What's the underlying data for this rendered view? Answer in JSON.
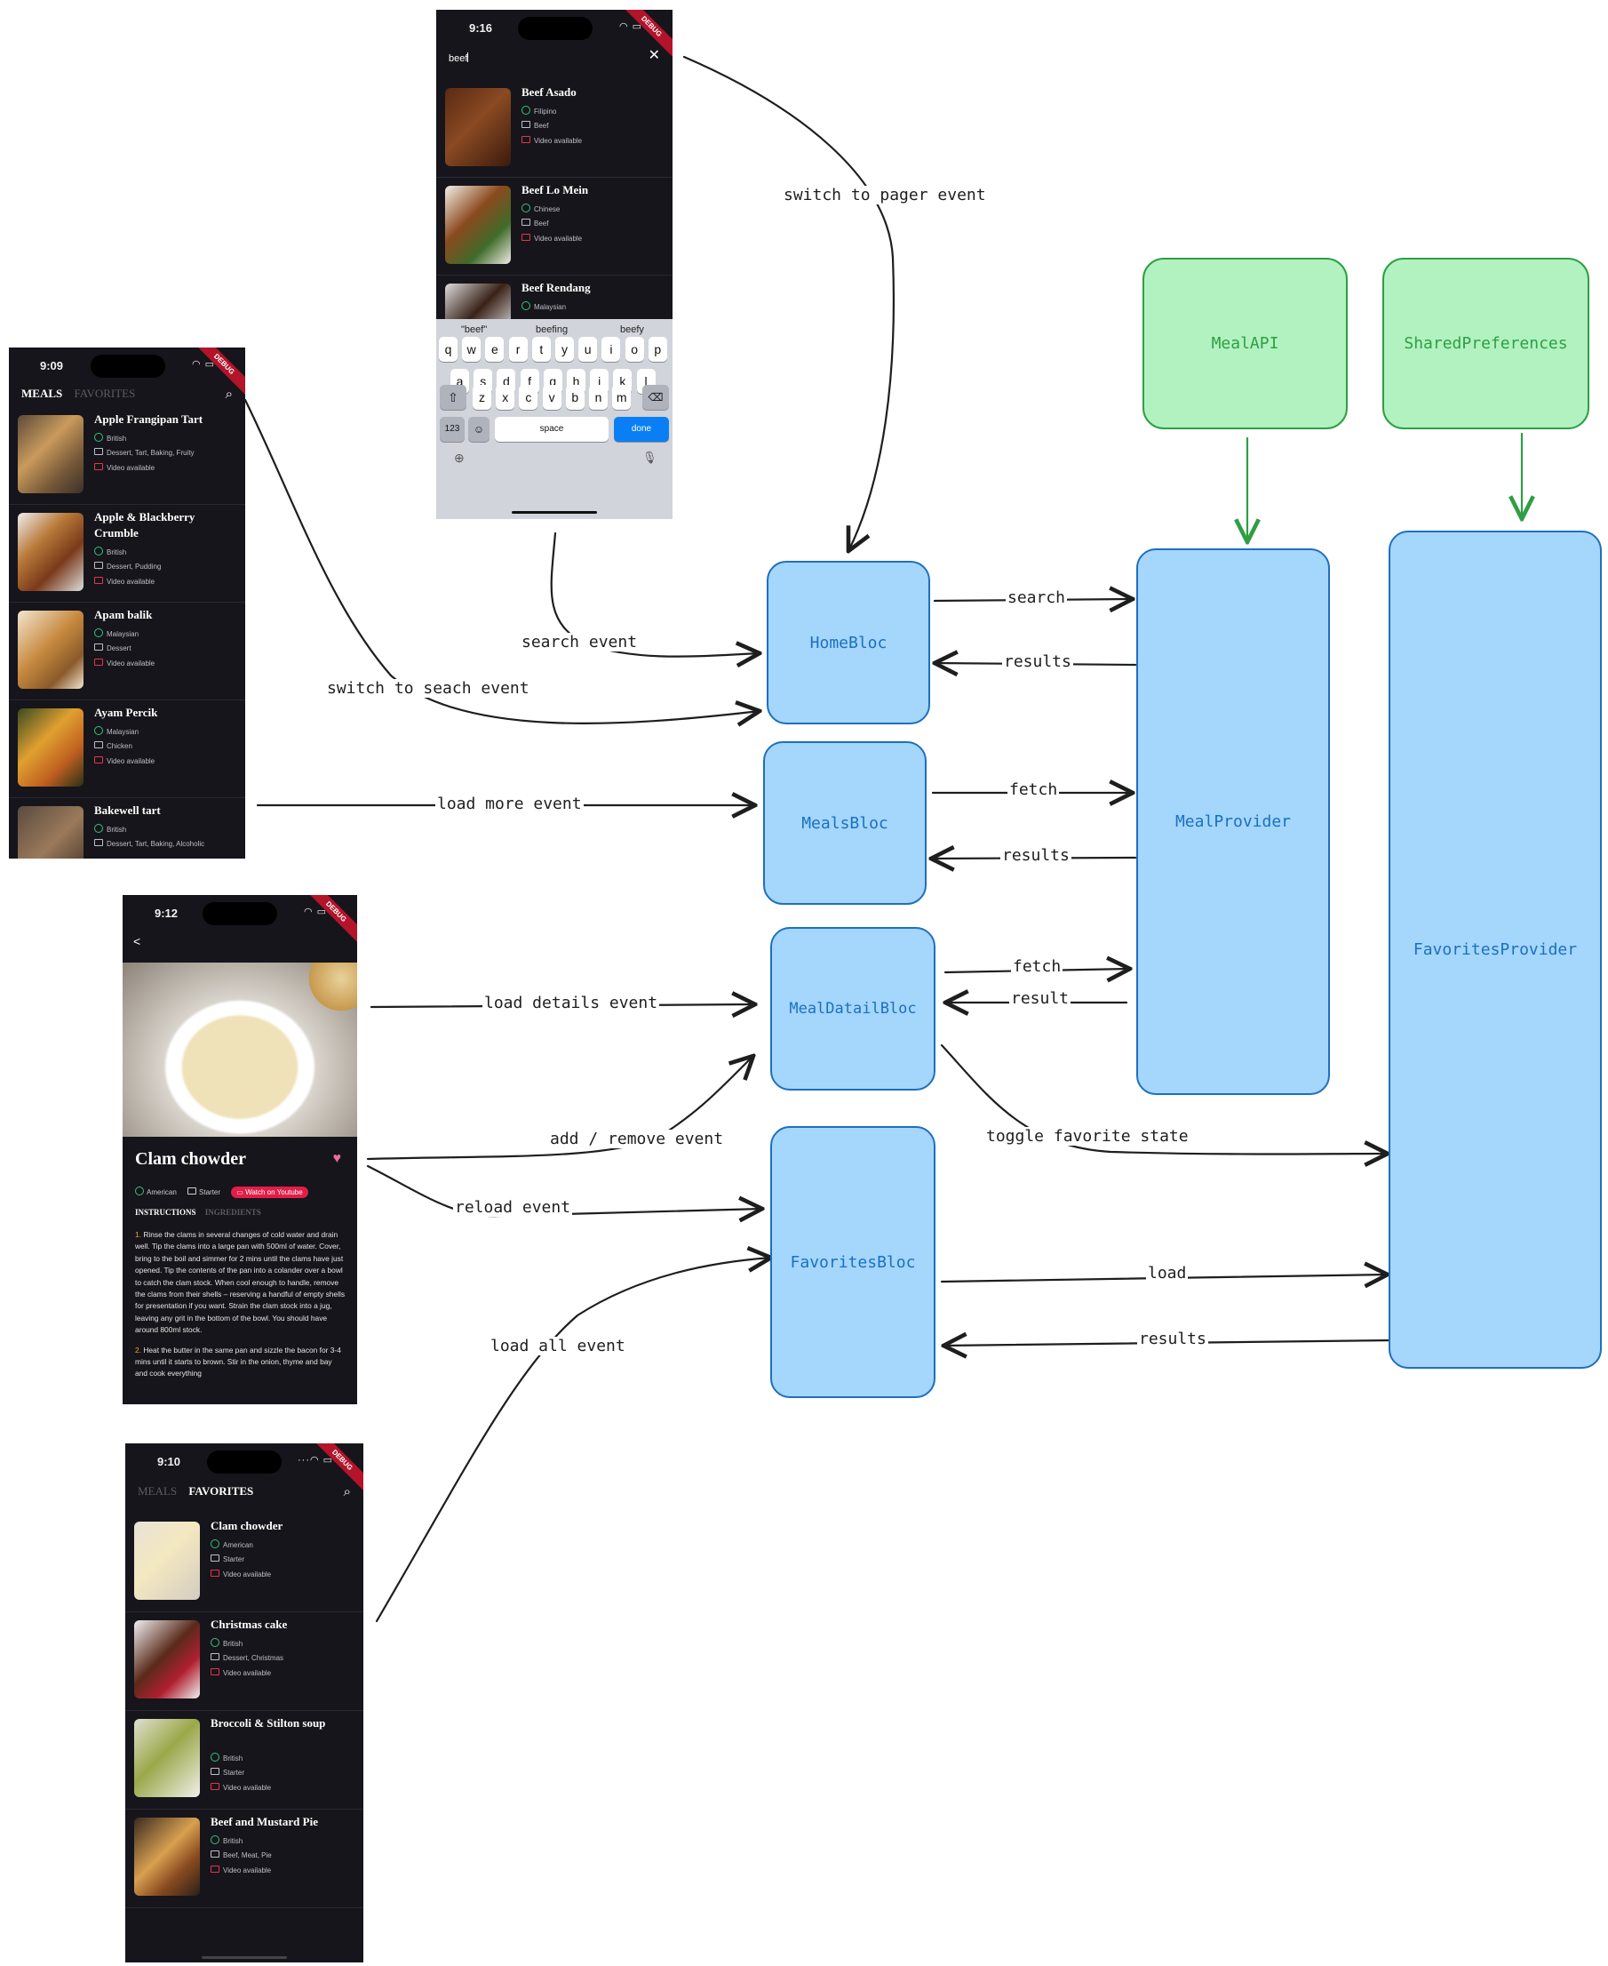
{
  "search_screen": {
    "time": "9:16",
    "query": "beef",
    "debug": "DEBUG",
    "results": [
      {
        "title": "Beef Asado",
        "area": "Filipino",
        "tags": "Beef",
        "video": "Video available"
      },
      {
        "title": "Beef Lo Mein",
        "area": "Chinese",
        "tags": "Beef",
        "video": "Video available"
      },
      {
        "title": "Beef Rendang",
        "area": "Malaysian",
        "tags": "",
        "video": ""
      }
    ],
    "suggestions": [
      "\"beef\"",
      "beefing",
      "beefy"
    ],
    "keyboard": {
      "row1": [
        "q",
        "w",
        "e",
        "r",
        "t",
        "y",
        "u",
        "i",
        "o",
        "p"
      ],
      "row2": [
        "a",
        "s",
        "d",
        "f",
        "g",
        "h",
        "j",
        "k",
        "l"
      ],
      "row3": [
        "z",
        "x",
        "c",
        "v",
        "b",
        "n",
        "m"
      ],
      "numbers": "123",
      "space": "space",
      "done": "done"
    }
  },
  "meals_screen": {
    "time": "9:09",
    "debug": "DEBUG",
    "tab_meals": "MEALS",
    "tab_favorites": "FAVORITES",
    "items": [
      {
        "title": "Apple Frangipan Tart",
        "area": "British",
        "tags": "Dessert, Tart, Baking, Fruity",
        "video": "Video available"
      },
      {
        "title": "Apple & Blackberry Crumble",
        "area": "British",
        "tags": "Dessert, Pudding",
        "video": "Video available"
      },
      {
        "title": "Apam balik",
        "area": "Malaysian",
        "tags": "Dessert",
        "video": "Video available"
      },
      {
        "title": "Ayam Percik",
        "area": "Malaysian",
        "tags": "Chicken",
        "video": "Video available"
      },
      {
        "title": "Bakewell tart",
        "area": "British",
        "tags": "Dessert, Tart, Baking, Alcoholic",
        "video": ""
      }
    ]
  },
  "detail_screen": {
    "time": "9:12",
    "debug": "DEBUG",
    "back": "<",
    "title": "Clam chowder",
    "area": "American",
    "category": "Starter",
    "watch": "Watch on Youtube",
    "tab_instructions": "INSTRUCTIONS",
    "tab_ingredients": "INGREDIENTS",
    "step1_num": "1.",
    "step1": "Rinse the clams in several changes of cold water and drain well. Tip the clams into a large pan with 500ml of water. Cover, bring to the boil and simmer for 2 mins until the clams have just opened. Tip the contents of the pan into a colander over a bowl to catch the clam stock. When cool enough to handle, remove the clams from their shells – reserving a handful of empty shells for presentation if you want. Strain the clam stock into a jug, leaving any grit in the bottom of the bowl. You should have around 800ml stock.",
    "step2_num": "2.",
    "step2": "Heat the butter in the same pan and sizzle the bacon for 3-4 mins until it starts to brown. Stir in the onion, thyme and bay and cook everything"
  },
  "favorites_screen": {
    "time": "9:10",
    "debug": "DEBUG",
    "tab_meals": "MEALS",
    "tab_favorites": "FAVORITES",
    "items": [
      {
        "title": "Clam chowder",
        "area": "American",
        "tags": "Starter",
        "video": "Video available"
      },
      {
        "title": "Christmas cake",
        "area": "British",
        "tags": "Dessert, Christmas",
        "video": "Video available"
      },
      {
        "title": "Broccoli & Stilton soup",
        "area": "British",
        "tags": "Starter",
        "video": "Video available"
      },
      {
        "title": "Beef and Mustard Pie",
        "area": "British",
        "tags": "Beef, Meat, Pie",
        "video": "Video available"
      }
    ]
  },
  "nodes": {
    "home_bloc": "HomeBloc",
    "meals_bloc": "MealsBloc",
    "meal_detail_bloc": "MealDatailBloc",
    "favorites_bloc": "FavoritesBloc",
    "meal_provider": "MealProvider",
    "favorites_provider": "FavoritesProvider",
    "meal_api": "MealAPI",
    "shared_preferences": "SharedPreferences"
  },
  "edges": {
    "switch_to_pager": "switch to pager event",
    "search_event": "search event",
    "switch_to_search": "switch to seach event",
    "load_more": "load more event",
    "load_details": "load details event",
    "add_remove": "add / remove event",
    "reload": "reload event",
    "load_all": "load all event",
    "search": "search",
    "results_home": "results",
    "fetch_meals": "fetch",
    "results_meals": "results",
    "fetch_detail": "fetch",
    "result_detail": "result",
    "toggle_favorite": "toggle favorite state",
    "load": "load",
    "results_fav": "results"
  },
  "colors": {
    "bloc_fill": "#a5d6fb",
    "bloc_stroke": "#1e6fc0",
    "source_fill": "#b1f2c0",
    "source_stroke": "#2f9e44",
    "phone_bg": "#16151b",
    "accent_red": "#e5354b"
  }
}
